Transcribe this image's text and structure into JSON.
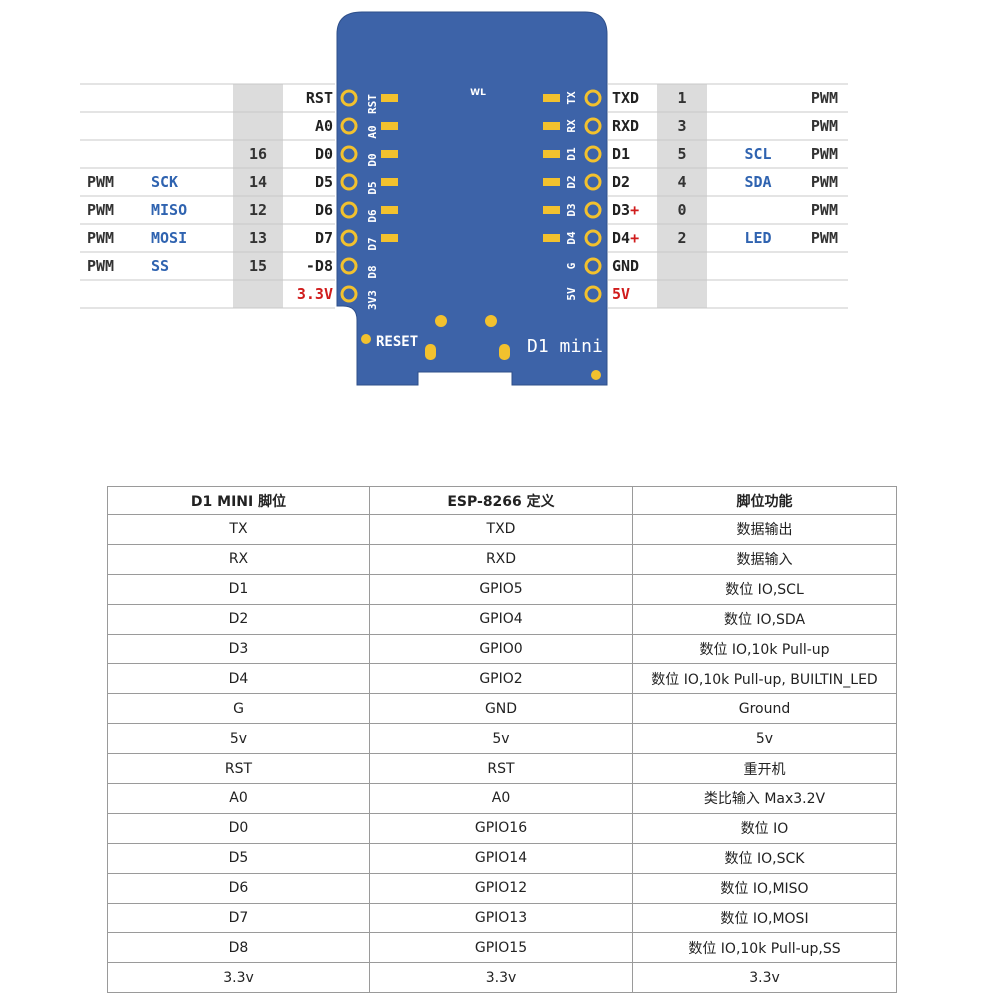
{
  "board": {
    "name": "D1 mini",
    "logo": "WL",
    "reset_label": "RESET",
    "silk_left": [
      "RST",
      "A0",
      "D0",
      "D5",
      "D6",
      "D7",
      "D8",
      "3V3"
    ],
    "silk_right": [
      "TX",
      "RX",
      "D1",
      "D2",
      "D3",
      "D4",
      "G",
      "5V"
    ]
  },
  "left_rows": [
    {
      "pwm": "",
      "func": "",
      "gpio": "",
      "pin": "RST",
      "pin_color": "#222222"
    },
    {
      "pwm": "",
      "func": "",
      "gpio": "",
      "pin": "A0",
      "pin_color": "#222222"
    },
    {
      "pwm": "",
      "func": "",
      "gpio": "16",
      "pin": "D0",
      "pin_color": "#222222"
    },
    {
      "pwm": "PWM",
      "func": "SCK",
      "gpio": "14",
      "pin": "D5",
      "pin_color": "#222222"
    },
    {
      "pwm": "PWM",
      "func": "MISO",
      "gpio": "12",
      "pin": "D6",
      "pin_color": "#222222"
    },
    {
      "pwm": "PWM",
      "func": "MOSI",
      "gpio": "13",
      "pin": "D7",
      "pin_color": "#222222"
    },
    {
      "pwm": "PWM",
      "func": "SS",
      "gpio": "15",
      "pin": "-D8",
      "pin_color": "#222222"
    },
    {
      "pwm": "",
      "func": "",
      "gpio": "",
      "pin": "3.3V",
      "pin_color": "#d01c1c"
    }
  ],
  "right_rows": [
    {
      "pin": "TXD",
      "plus": "",
      "gpio": "1",
      "func": "",
      "pwm": "PWM",
      "pin_color": "#222222"
    },
    {
      "pin": "RXD",
      "plus": "",
      "gpio": "3",
      "func": "",
      "pwm": "PWM",
      "pin_color": "#222222"
    },
    {
      "pin": "D1",
      "plus": "",
      "gpio": "5",
      "func": "SCL",
      "pwm": "PWM",
      "pin_color": "#222222"
    },
    {
      "pin": "D2",
      "plus": "",
      "gpio": "4",
      "func": "SDA",
      "pwm": "PWM",
      "pin_color": "#222222"
    },
    {
      "pin": "D3",
      "plus": "+",
      "gpio": "0",
      "func": "",
      "pwm": "PWM",
      "pin_color": "#222222"
    },
    {
      "pin": "D4",
      "plus": "+",
      "gpio": "2",
      "func": "LED",
      "pwm": "PWM",
      "pin_color": "#222222"
    },
    {
      "pin": "GND",
      "plus": "",
      "gpio": "",
      "func": "",
      "pwm": "",
      "pin_color": "#222222"
    },
    {
      "pin": "5V",
      "plus": "",
      "gpio": "",
      "func": "",
      "pwm": "",
      "pin_color": "#d01c1c"
    }
  ],
  "colors": {
    "board": "#3d63a8",
    "pad": "#f2c12e",
    "func_text": "#2f63b0",
    "power_text": "#d01c1c",
    "gray_cell": "#dcdcdc"
  },
  "table": {
    "headers": [
      "D1 MINI 脚位",
      "ESP-8266 定义",
      "脚位功能"
    ],
    "rows": [
      [
        "TX",
        "TXD",
        "数据输出"
      ],
      [
        "RX",
        "RXD",
        "数据输入"
      ],
      [
        "D1",
        "GPIO5",
        "数位 IO,SCL"
      ],
      [
        "D2",
        "GPIO4",
        "数位 IO,SDA"
      ],
      [
        "D3",
        "GPIO0",
        "数位 IO,10k Pull-up"
      ],
      [
        "D4",
        "GPIO2",
        "数位 IO,10k Pull-up, BUILTIN_LED"
      ],
      [
        "G",
        "GND",
        "Ground"
      ],
      [
        "5v",
        "5v",
        "5v"
      ],
      [
        "RST",
        "RST",
        "重开机"
      ],
      [
        "A0",
        "A0",
        "类比输入 Max3.2V"
      ],
      [
        "D0",
        "GPIO16",
        "数位 IO"
      ],
      [
        "D5",
        "GPIO14",
        "数位 IO,SCK"
      ],
      [
        "D6",
        "GPIO12",
        "数位 IO,MISO"
      ],
      [
        "D7",
        "GPIO13",
        "数位 IO,MOSI"
      ],
      [
        "D8",
        "GPIO15",
        "数位 IO,10k Pull-up,SS"
      ],
      [
        "3.3v",
        "3.3v",
        "3.3v"
      ]
    ]
  }
}
